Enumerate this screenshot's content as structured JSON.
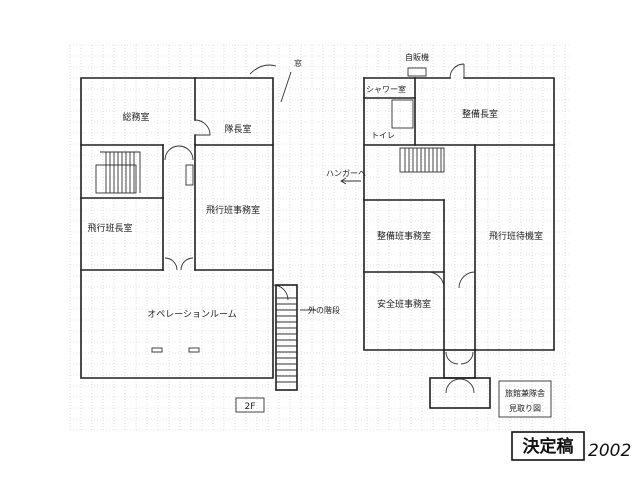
{
  "rooms": {
    "office": "総務室",
    "captain": "隊長室",
    "flight_maintenance_lounge": "飛行班長室",
    "flight_office": "飛行班事務室",
    "operations_room": "オペレーションルーム",
    "shower": "シャワー室",
    "toilet": "トイレ",
    "maintenance_office": "整備長室",
    "maintenance_lounge": "整備班事務室",
    "flight_lounge": "飛行班待機室",
    "safety_office": "安全班事務室"
  },
  "annotations": {
    "window": "窓",
    "vending_machine": "自販機",
    "hangar": "ハンガーへ",
    "outside_stairs": "外の階段",
    "floor": "2F"
  },
  "caption": {
    "line1": "旅館兼隊舎",
    "line2": "見取り図"
  },
  "stamp": {
    "text": "決定稿",
    "year": "2002"
  }
}
